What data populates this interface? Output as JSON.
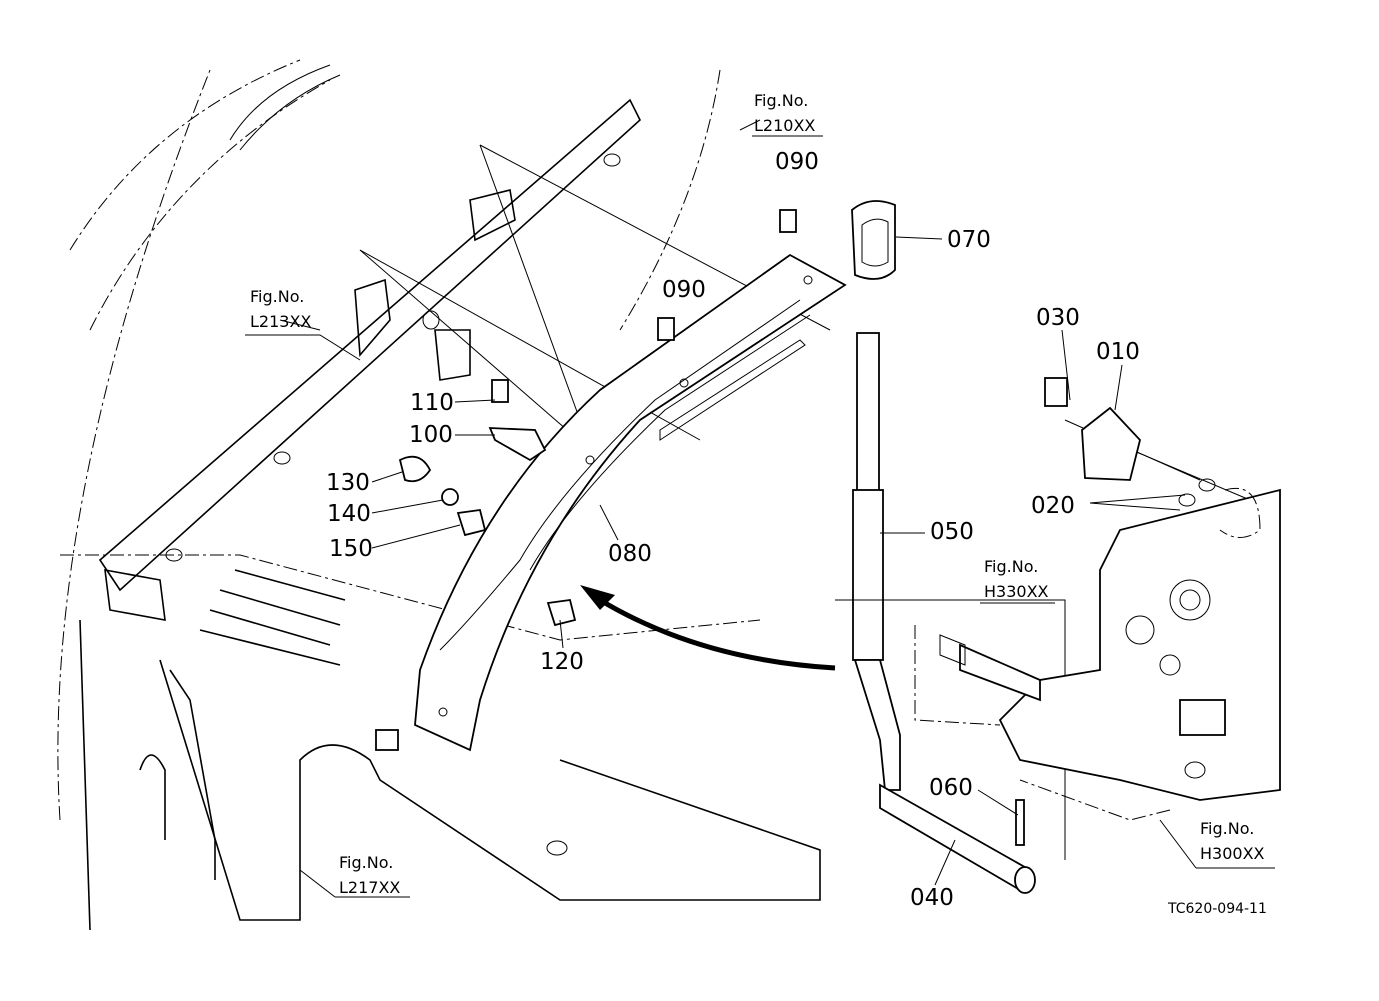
{
  "diagram": {
    "callouts": [
      "090",
      "070",
      "090",
      "030",
      "010",
      "110",
      "100",
      "130",
      "140",
      "150",
      "080",
      "020",
      "050",
      "120",
      "060",
      "040"
    ],
    "fig_refs": [
      {
        "label": "Fig.No.",
        "code": "L210XX"
      },
      {
        "label": "Fig.No.",
        "code": "L213XX"
      },
      {
        "label": "Fig.No.",
        "code": "H330XX"
      },
      {
        "label": "Fig.No.",
        "code": "H300XX"
      },
      {
        "label": "Fig.No.",
        "code": "L217XX"
      }
    ],
    "drawing_code": "TC620-094-11"
  }
}
